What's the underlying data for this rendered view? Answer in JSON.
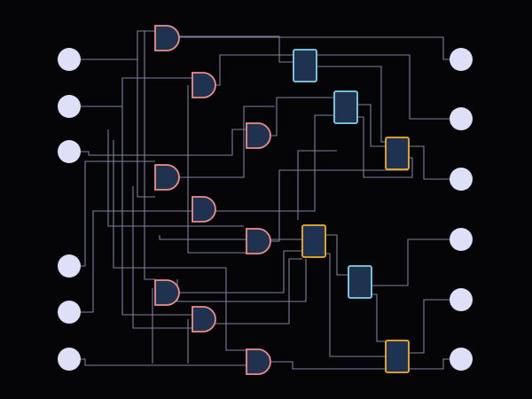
{
  "theme": {
    "background": "#050508",
    "wire_color": "#7d7f9c",
    "node_fill": "#dde0f7",
    "and_gate_fill": "#1f3350",
    "and_gate_stroke": "#f08c8c",
    "block_fill": "#1f3350",
    "block_stroke_cyan": "#7fd4ea",
    "block_stroke_orange": "#f2b02a"
  },
  "diagram": {
    "input_nodes": [
      "in-1",
      "in-2",
      "in-3",
      "in-4",
      "in-5",
      "in-6"
    ],
    "output_nodes": [
      "out-1",
      "out-2",
      "out-3",
      "out-4",
      "out-5",
      "out-6"
    ],
    "and_gates": [
      "and-1",
      "and-2",
      "and-3",
      "and-4",
      "and-5",
      "and-6",
      "and-7",
      "and-8",
      "and-9"
    ],
    "blocks": [
      {
        "id": "block-1",
        "color": "cyan"
      },
      {
        "id": "block-2",
        "color": "cyan"
      },
      {
        "id": "block-3",
        "color": "orange"
      },
      {
        "id": "block-4",
        "color": "orange"
      },
      {
        "id": "block-5",
        "color": "cyan"
      },
      {
        "id": "block-6",
        "color": "orange"
      }
    ]
  }
}
